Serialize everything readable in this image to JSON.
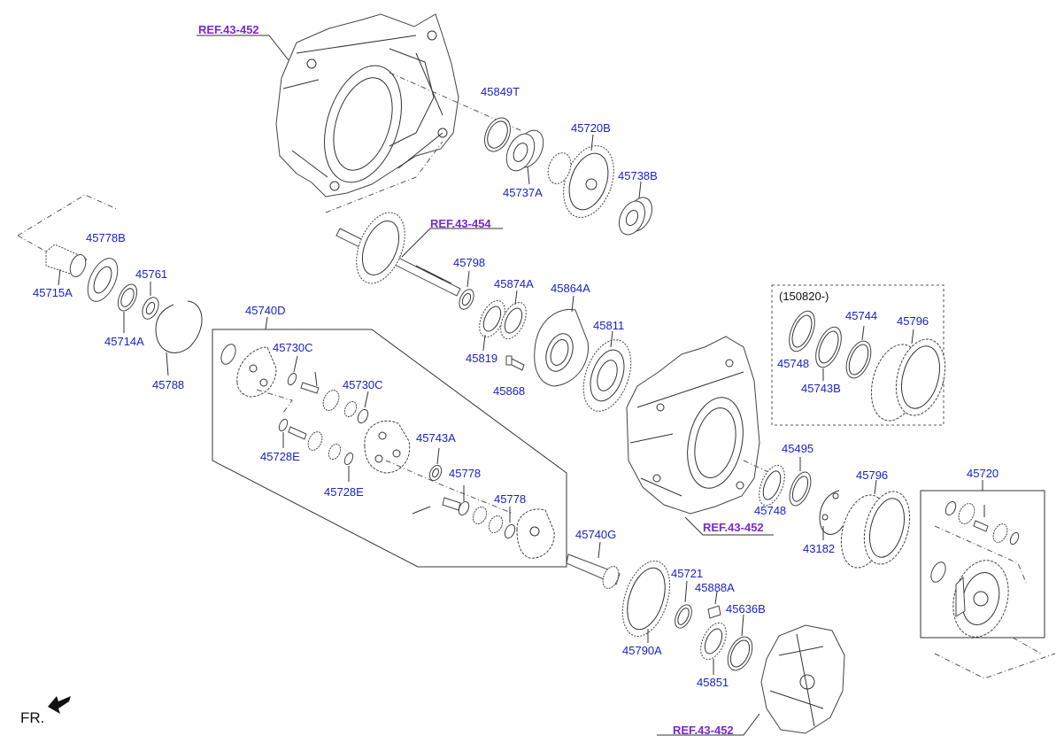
{
  "refs": {
    "ref_top": "REF.43-452",
    "ref_shaft": "REF.43-454",
    "ref_mid": "REF.43-452",
    "ref_bottom": "REF.43-452"
  },
  "note": "(150820-)",
  "fr_label": "FR.",
  "parts": {
    "p45849T": "45849T",
    "p45720B": "45720B",
    "p45737A": "45737A",
    "p45738B": "45738B",
    "p45778B": "45778B",
    "p45761": "45761",
    "p45715A": "45715A",
    "p45714A": "45714A",
    "p45788": "45788",
    "p45798": "45798",
    "p45874A": "45874A",
    "p45864A": "45864A",
    "p45811": "45811",
    "p45819": "45819",
    "p45868": "45868",
    "p45740D": "45740D",
    "p45730C_1": "45730C",
    "p45730C_2": "45730C",
    "p45743A": "45743A",
    "p45728E_1": "45728E",
    "p45728E_2": "45728E",
    "p45778_1": "45778",
    "p45778_2": "45778",
    "p45748_1": "45748",
    "p45744": "45744",
    "p45796_1": "45796",
    "p45743B": "45743B",
    "p45495": "45495",
    "p45796_2": "45796",
    "p45748_2": "45748",
    "p43182": "43182",
    "p45720": "45720",
    "p45740G": "45740G",
    "p45721": "45721",
    "p45888A": "45888A",
    "p45636B": "45636B",
    "p45790A": "45790A",
    "p45851": "45851"
  },
  "colors": {
    "part_label": "#1a22c8",
    "ref_label": "#7a28d8",
    "line": "#333333"
  }
}
